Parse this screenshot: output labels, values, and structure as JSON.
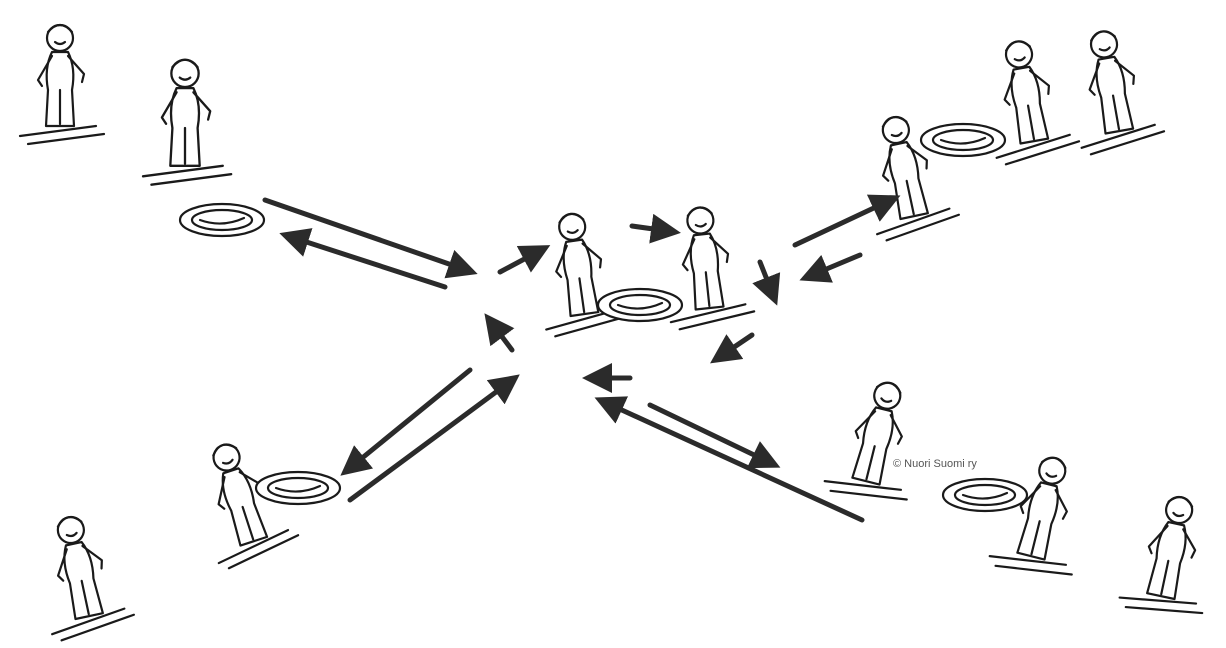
{
  "credit": "© Nuori Suomi ry",
  "colors": {
    "ink": "#1a1a1a",
    "arrow": "#2b2b2b",
    "background": "#ffffff"
  },
  "groups": [
    {
      "name": "top-left-skiers",
      "skiers": 2,
      "has_disc": true
    },
    {
      "name": "center-skiers",
      "skiers": 2,
      "has_disc": true
    },
    {
      "name": "top-right-skiers",
      "skiers": 3,
      "has_disc": true
    },
    {
      "name": "bottom-left-skiers",
      "skiers": 2,
      "has_disc": true
    },
    {
      "name": "bottom-right-skiers",
      "skiers": 3,
      "has_disc": true
    }
  ]
}
